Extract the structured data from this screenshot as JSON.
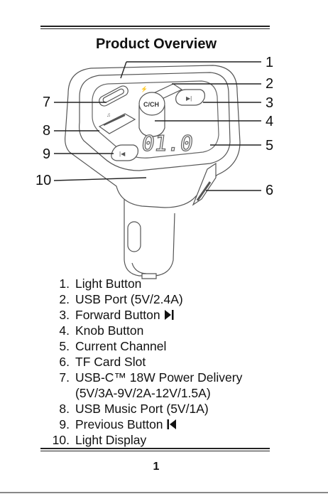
{
  "page": {
    "title": "Product Overview",
    "page_number": "1"
  },
  "diagram": {
    "display_text": "01.0",
    "knob_label": "C/CH",
    "callouts": [
      "1",
      "2",
      "3",
      "4",
      "5",
      "6",
      "7",
      "8",
      "9",
      "10"
    ]
  },
  "items": [
    {
      "num": "1.",
      "text": "Light Button"
    },
    {
      "num": "2.",
      "text": "USB Port (5V/2.4A)"
    },
    {
      "num": "3.",
      "text": "Forward Button",
      "icon": "next-track-icon"
    },
    {
      "num": "4.",
      "text": "Knob Button"
    },
    {
      "num": "5.",
      "text": "Current Channel"
    },
    {
      "num": "6.",
      "text": "TF Card Slot"
    },
    {
      "num": "7.",
      "text": "USB-C™ 18W Power Delivery"
    },
    {
      "num": "",
      "text": "(5V/3A-9V/2A-12V/1.5A)"
    },
    {
      "num": "8.",
      "text": "USB Music Port (5V/1A)"
    },
    {
      "num": "9.",
      "text": "Previous Button",
      "icon": "previous-track-icon"
    },
    {
      "num": "10.",
      "text": "Light Display"
    }
  ]
}
